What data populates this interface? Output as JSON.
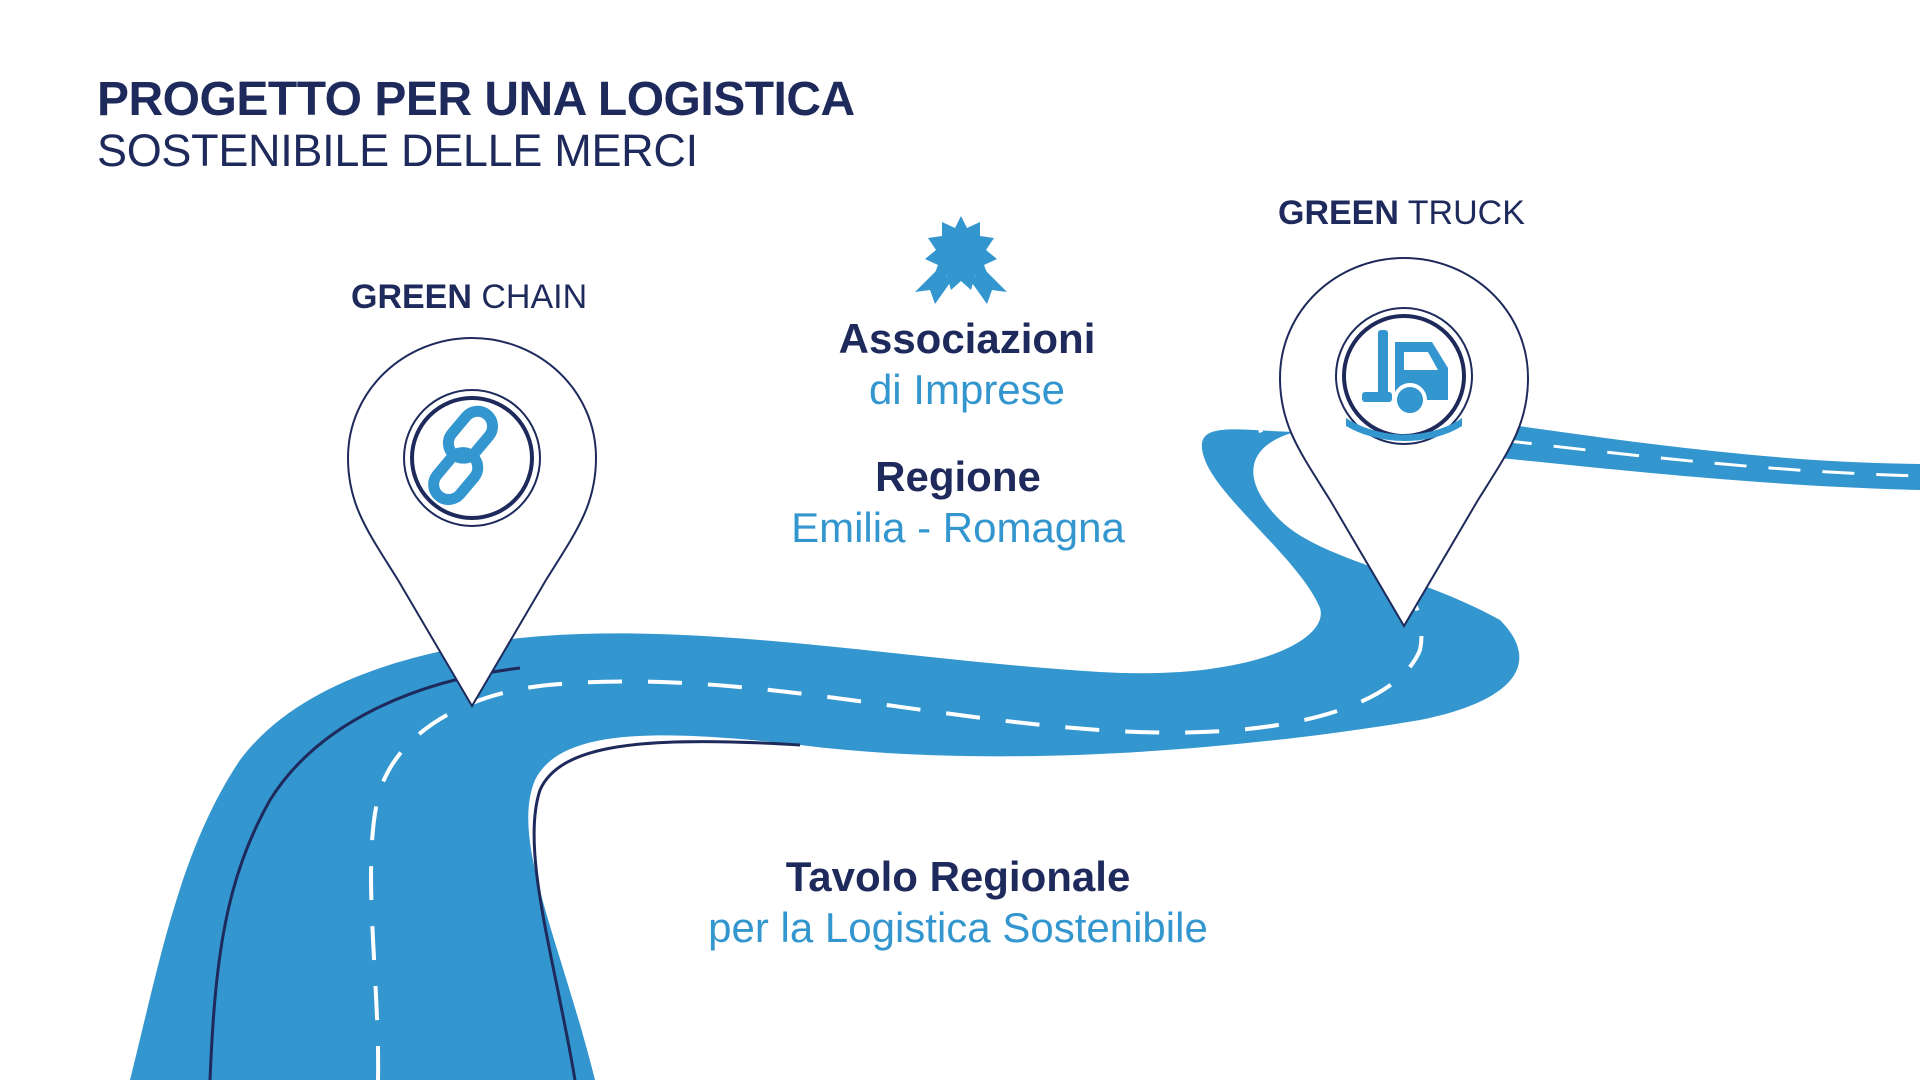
{
  "title": {
    "line1": "PROGETTO PER UNA LOGISTICA",
    "line2": "SOSTENIBILE DELLE MERCI"
  },
  "pins": {
    "chain": {
      "bold": "GREEN",
      "rest": "CHAIN",
      "icon": "link-icon"
    },
    "truck": {
      "bold": "GREEN",
      "rest": "TRUCK",
      "icon": "truck-icon"
    }
  },
  "blocks": {
    "associazioni": {
      "strong": "Associazioni",
      "light": "di Imprese",
      "icon": "award-badge-icon"
    },
    "regione": {
      "strong": "Regione",
      "light": "Emilia - Romagna"
    },
    "tavolo": {
      "strong": "Tavolo Regionale",
      "light": "per la Logistica Sostenibile"
    }
  },
  "colors": {
    "navy": "#1f2a5c",
    "road_blue": "#3396cf",
    "road_dash": "#ffffff"
  }
}
